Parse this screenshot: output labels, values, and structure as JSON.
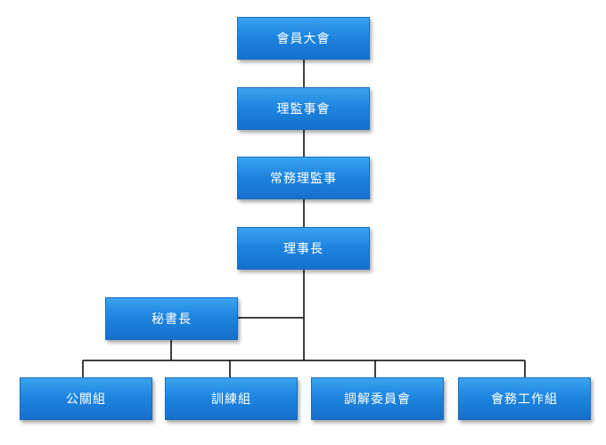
{
  "org_chart": {
    "assembly": "會員大會",
    "board": "理監事會",
    "standing_board": "常務理監事",
    "chairman": "理事長",
    "secretary_general": "秘書長",
    "groups": [
      "公關組",
      "訓練組",
      "調解委員會",
      "會務工作組"
    ]
  },
  "colors": {
    "box_fill": "#1e86e0",
    "box_border": "#1a6cc0",
    "line": "#000000",
    "text": "#ffffff"
  }
}
